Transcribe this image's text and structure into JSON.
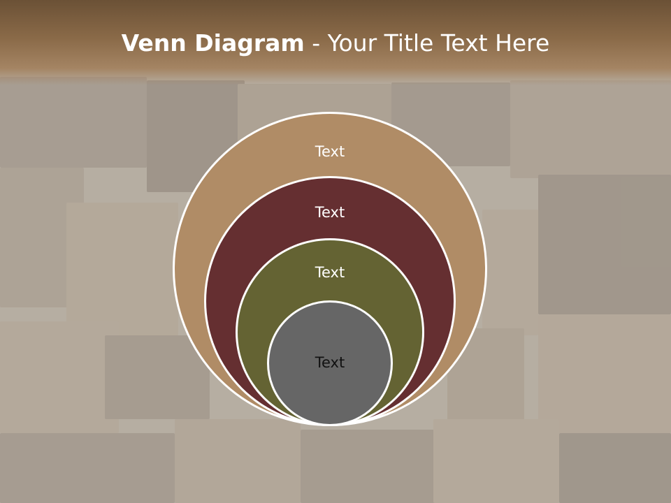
{
  "slide": {
    "title_bold": "Venn Diagram",
    "title_rest": " - Your Title Text Here",
    "background": "wood-blocks-texture",
    "colors": {
      "title_band": "#8a6a48",
      "outer": "#b08c66",
      "second": "#652f31",
      "third": "#646333",
      "inner": "#666666",
      "outline": "#ffffff"
    }
  },
  "venn": {
    "circles": [
      {
        "label": "Text"
      },
      {
        "label": "Text"
      },
      {
        "label": "Text"
      },
      {
        "label": "Text"
      }
    ]
  }
}
